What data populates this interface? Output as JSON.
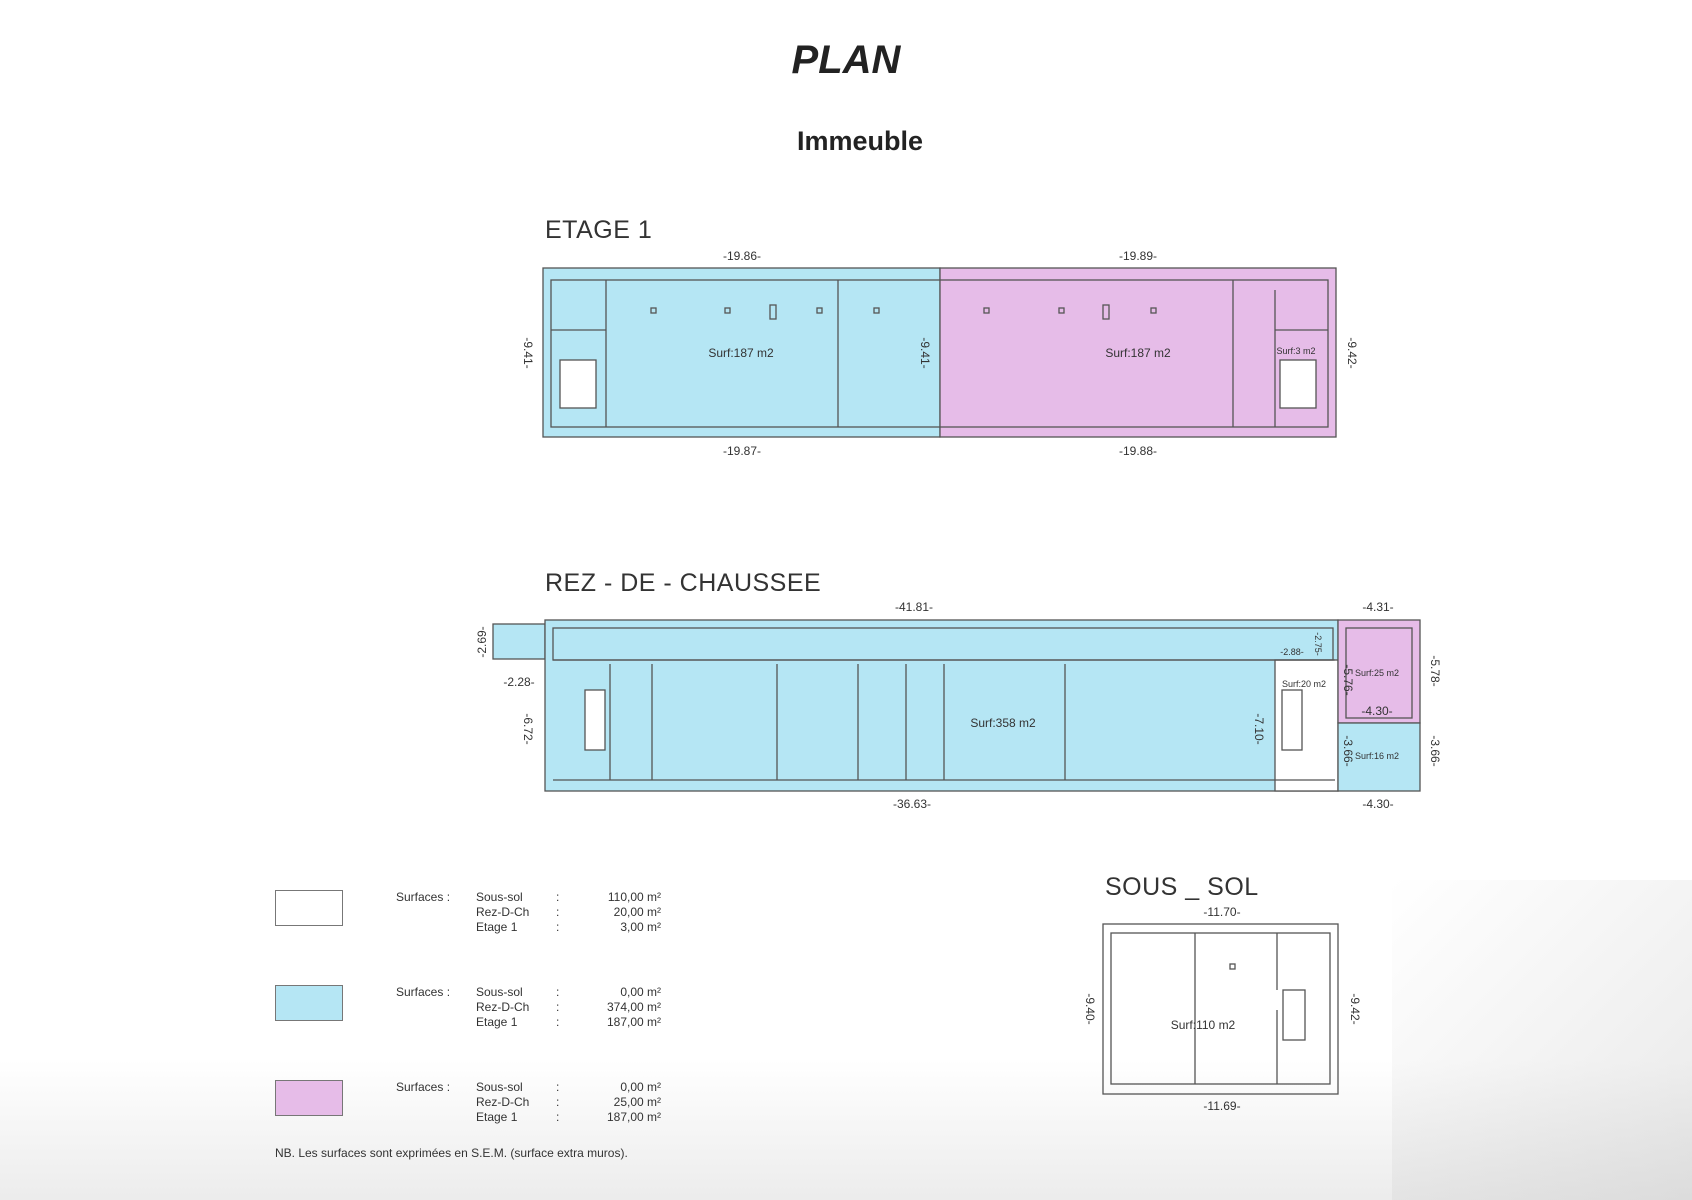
{
  "header": {
    "title": "PLAN",
    "subtitle": "Immeuble"
  },
  "colors": {
    "blue": "#b5e6f4",
    "pink": "#e6bce8",
    "white": "#ffffff"
  },
  "etage1": {
    "label": "ETAGE 1",
    "dims": {
      "top_left": "-19.86-",
      "top_right": "-19.89-",
      "bottom_left": "-19.87-",
      "bottom_right": "-19.88-",
      "left": "-9.41-",
      "middle": "-9.41-",
      "right": "-9.42-"
    },
    "surfaces": [
      "Surf:187 m2",
      "Surf:187 m2",
      "Surf:3 m2"
    ]
  },
  "rez": {
    "label": "REZ - DE - CHAUSSEE",
    "dims": {
      "top": "-41.81-",
      "top_right": "-4.31-",
      "annex": "-2.69-",
      "annex_w": "-2.28-",
      "left": "-6.72-",
      "bottom": "-36.63-",
      "bottom_right": "-4.30-",
      "right_upper": "-5.78-",
      "right_lower": "-3.66-",
      "stair": "-7.10-",
      "inner_upper": "-5.76-",
      "inner_w": "-4.30-",
      "inner_lower": "-3.66-",
      "corr_w": "-2.88-",
      "corr_h": "-2.75-"
    },
    "surfaces": {
      "main": "Surf:358 m2",
      "pink": "Surf:25 m2",
      "stair": "Surf:20 m2",
      "small": "Surf:16 m2"
    }
  },
  "soussol": {
    "label": "SOUS _ SOL",
    "dims": {
      "top": "-11.70-",
      "bottom": "-11.69-",
      "left": "-9.40-",
      "right": "-9.42-"
    },
    "surface": "Surf:110 m2"
  },
  "legend": [
    {
      "color": "white",
      "title": "Surfaces :",
      "rows": [
        {
          "label": "Sous-sol",
          "value": "110,00 m²"
        },
        {
          "label": "Rez-D-Ch",
          "value": "20,00 m²"
        },
        {
          "label": "Etage 1",
          "value": "3,00 m²"
        }
      ]
    },
    {
      "color": "blue",
      "title": "Surfaces :",
      "rows": [
        {
          "label": "Sous-sol",
          "value": "0,00 m²"
        },
        {
          "label": "Rez-D-Ch",
          "value": "374,00 m²"
        },
        {
          "label": "Etage 1",
          "value": "187,00 m²"
        }
      ]
    },
    {
      "color": "pink",
      "title": "Surfaces :",
      "rows": [
        {
          "label": "Sous-sol",
          "value": "0,00 m²"
        },
        {
          "label": "Rez-D-Ch",
          "value": "25,00 m²"
        },
        {
          "label": "Etage 1",
          "value": "187,00 m²"
        }
      ]
    }
  ],
  "legend_colon": ":",
  "note": "NB. Les surfaces sont exprimées en S.E.M. (surface extra muros)."
}
